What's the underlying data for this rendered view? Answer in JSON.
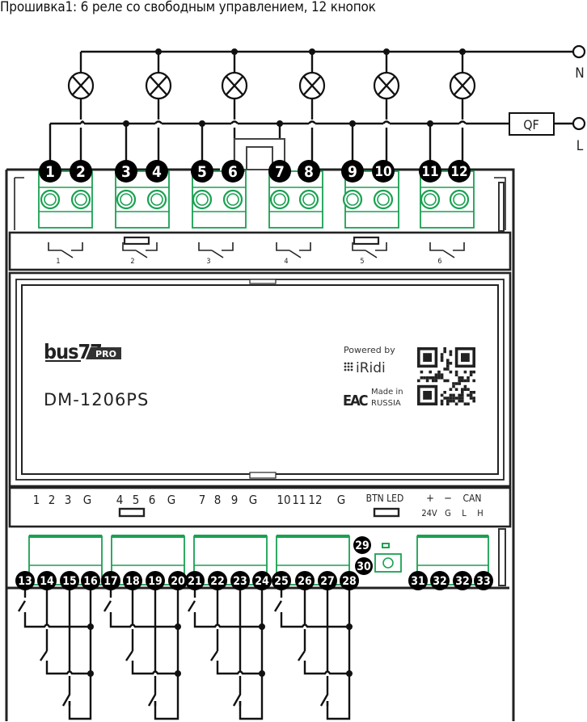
{
  "title": "Прошивка1: 6 реле со свободным управлением, 12 кнопок",
  "supply": {
    "neutral_label": "N",
    "line_label": "L",
    "breaker_label": "QF"
  },
  "lamps": {
    "count": 6,
    "symbol": "lamp-icon"
  },
  "top_terminals": [
    "1",
    "2",
    "3",
    "4",
    "5",
    "6",
    "7",
    "8",
    "9",
    "10",
    "11",
    "12"
  ],
  "relays": [
    "1",
    "2",
    "3",
    "4",
    "5",
    "6"
  ],
  "device": {
    "brand": "bus77",
    "brand_badge": "PRO",
    "model": "DM-1206PS",
    "powered_by": "Powered by",
    "platform": "iRidi",
    "cert_mark": "EAC",
    "made_in_line1": "Made in",
    "made_in_line2": "RUSSIA",
    "qr": "qr-code"
  },
  "bottom_labels": {
    "group1": [
      "1",
      "2",
      "3",
      "G"
    ],
    "group2": [
      "4",
      "5",
      "6",
      "G"
    ],
    "group3": [
      "7",
      "8",
      "9",
      "G"
    ],
    "group4": [
      "10",
      "11",
      "12",
      "G"
    ],
    "btn_led": "BTN LED",
    "power_plus": "+",
    "power_minus": "−",
    "can": "CAN",
    "v24": "24V",
    "g": "G",
    "can_l": "L",
    "can_h": "H"
  },
  "bottom_terminals": [
    "13",
    "14",
    "15",
    "16",
    "17",
    "18",
    "19",
    "20",
    "21",
    "22",
    "23",
    "24",
    "25",
    "26",
    "27",
    "28"
  ],
  "service_terminals": [
    "29",
    "30"
  ],
  "bus_terminals": [
    "31",
    "32",
    "32",
    "33"
  ],
  "colors": {
    "terminal_green": "#1aa152",
    "line": "#111111",
    "badge": "#000000"
  }
}
